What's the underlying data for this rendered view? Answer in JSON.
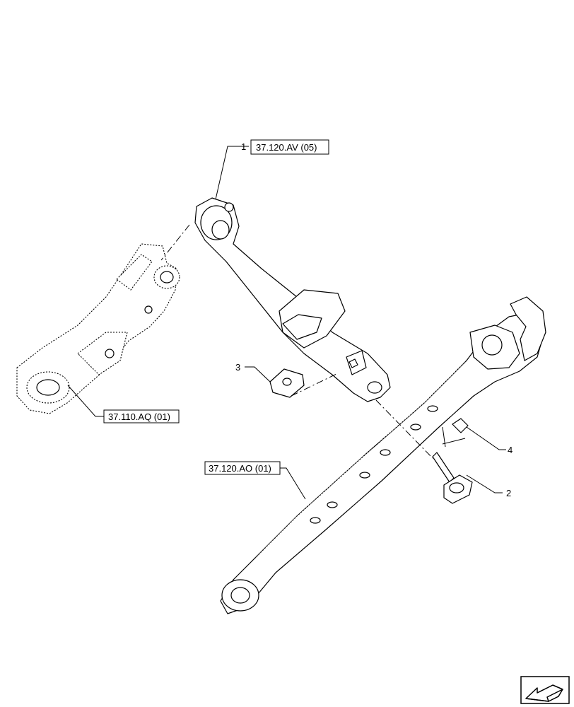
{
  "callouts": [
    {
      "id": "c1",
      "number": "1"
    },
    {
      "id": "c2",
      "number": "2"
    },
    {
      "id": "c3",
      "number": "3"
    },
    {
      "id": "c4",
      "number": "4"
    }
  ],
  "references": {
    "top_link": "37.120.AV (05)",
    "lift_arm": "37.110.AQ (01)",
    "lower_link": "37.120.AO (01)"
  },
  "nav_icon": "arrow-navigation-icon"
}
